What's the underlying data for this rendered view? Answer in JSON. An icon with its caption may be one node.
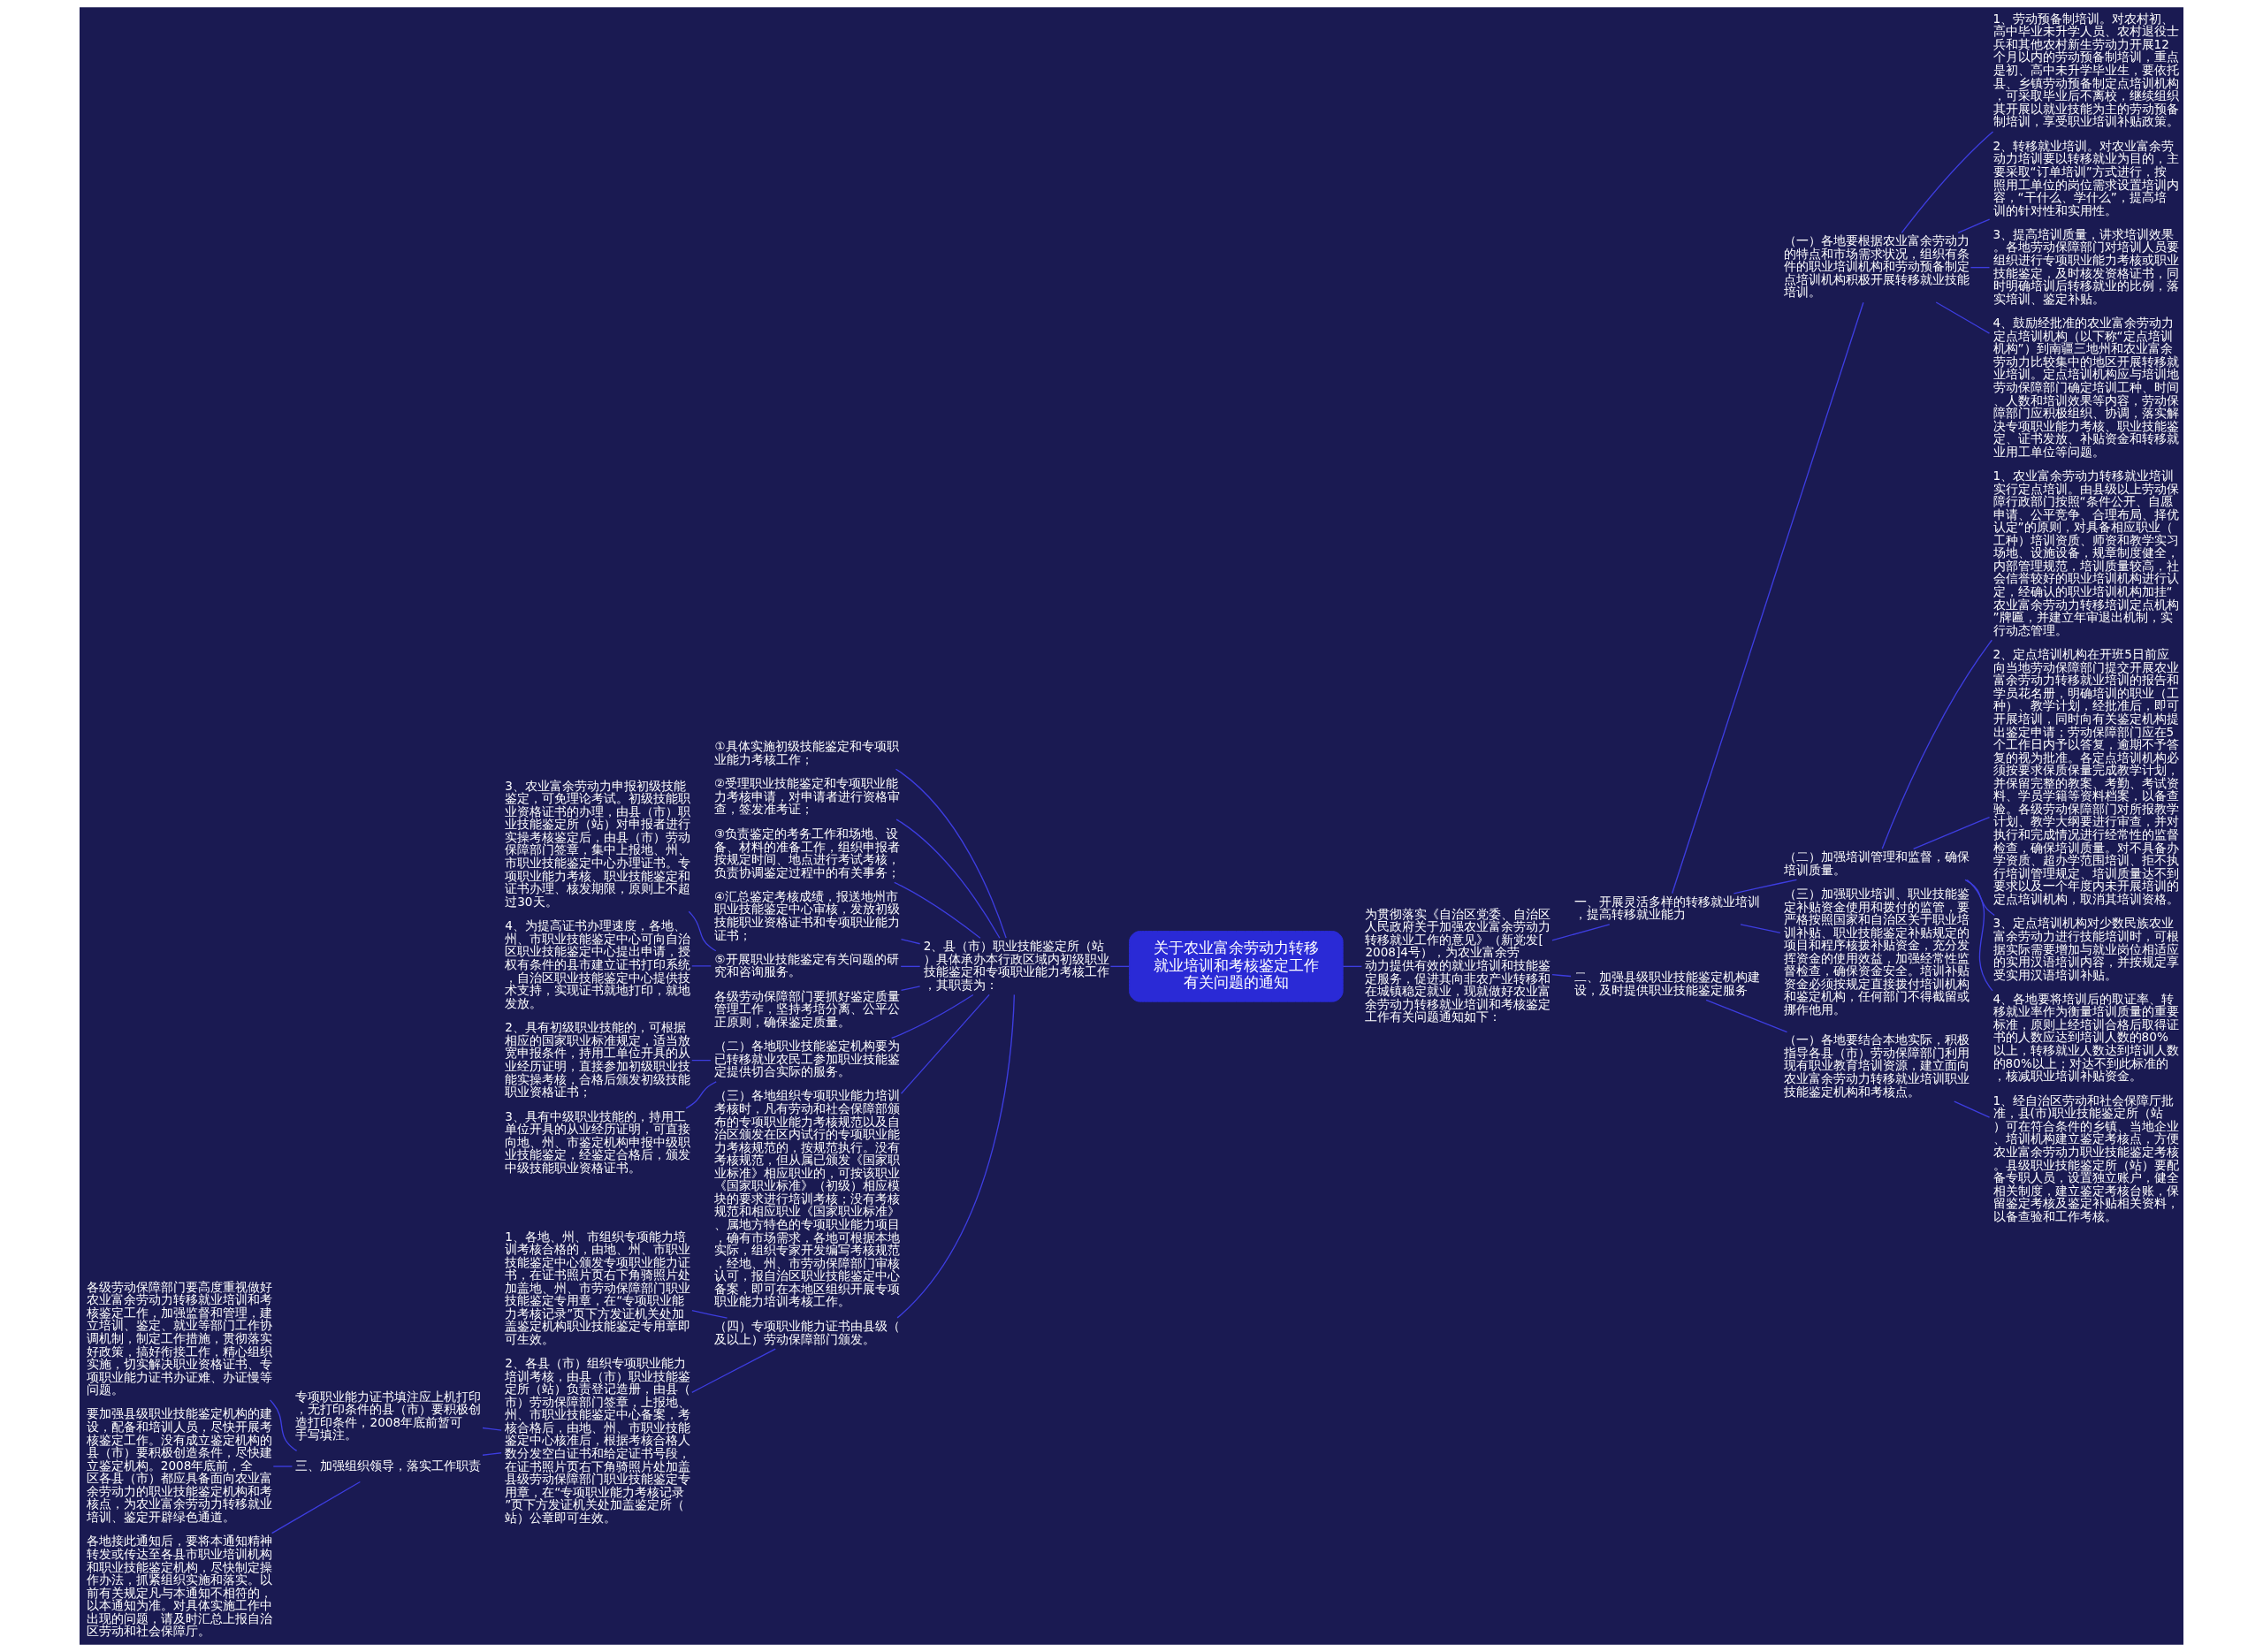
{
  "diagram": {
    "nodes": [
      {
        "text": [
          "关于农业富余劳动力转移就业培训和考核鉴定工作有关问题的通知"
        ]
      },
      {
        "text": [
          "为贯彻落实《自治区党委、自治区人民政府关于加强农业富余劳动力转移就业工作的意见》（新党发[2008]4号），为农业富余劳动力提供有效的就业培训和技能鉴定服务，促进其向非农产业转移和在城镇稳定就业，现就做好农业富余劳动力转移就业培训和考核鉴定工作有关问题通知如下："
        ]
      },
      {
        "text": [
          "一、开展灵活多样的转移就业培训，提高转移就业能力"
        ]
      },
      {
        "text": [
          "（一）各地要根据农业富余劳动力的特点和市场需求状况，组织有条件的职业培训机构和劳动预备制定点培训机构积极开展转移就业技能培训。"
        ]
      },
      {
        "text": [
          "1、劳动预备制培训。对农村初、高中毕业未升学人员、农村退役士兵和其他农村新生劳动力开展12个月以内的劳动预备制培训，重点是初、高中未升学毕业生，要依托县、乡镇劳动预备制定点培训机构，可采取毕业后不离校，继续组织其开展以就业技能为主的劳动预备制培训，享受职业培训补贴政策。"
        ]
      },
      {
        "text": [
          "2、转移就业培训。对农业富余劳动力培训要以转移就业为目的，主要采取“订单培训”方式进行，按照用工单位的岗位需求设置培训内容，“干什么、学什么”，提高培训的针对性和实用性。"
        ]
      },
      {
        "text": [
          "3、提高培训质量，讲求培训效果。各地劳动保障部门对培训人员要组织进行专项职业能力考核或职业技能鉴定，及时核发资格证书，同时明确培训后转移就业的比例，落实培训、鉴定补贴。"
        ]
      },
      {
        "text": [
          "4、鼓励经批准的农业富余劳动力定点培训机构（以下称“定点培训机构”）到南疆三地州和农业富余劳动力比较集中的地区开展转移就业培训。定点培训机构应与培训地劳动保障部门确定培训工种、时间、人数和培训效果等内容，劳动保障部门应积极组织、协调，落实解决专项职业能力考核、职业技能鉴定、证书发放、补贴资金和转移就业用工单位等问题。"
        ]
      },
      {
        "text": [
          "（二）加强培训管理和监督，确保培训质量。"
        ]
      },
      {
        "text": [
          "1、农业富余劳动力转移就业培训实行定点培训。由县级以上劳动保障行政部门按照“条件公开、自愿申请、公平竞争、合理布局、择优认定”的原则，对具备相应职业（工种）培训资质、师资和教学实习场地、设施设备，规章制度健全，内部管理规范，培训质量较高，社会信誉较好的职业培训机构进行认定，经确认的职业培训机构加挂“农业富余劳动力转移培训定点机构”牌匾，并建立年审退出机制，实行动态管理。"
        ]
      },
      {
        "text": [
          "2、定点培训机构在开班5日前应向当地劳动保障部门提交开展农业富余劳动力转移就业培训的报告和学员花名册，明确培训的职业（工种）、教学计划，经批准后，即可开展培训，同时向有关鉴定机构提出鉴定申请；劳动保障部门应在5个工作日内予以答复，逾期不予答复的视为批准。各定点培训机构必须按要求保质保量完成教学计划，并保留完整的教案、考勤、考试资料、学员学籍等资料档案，以备查验。各级劳动保障部门对所报教学计划、教学大纲要进行审查，并对执行和完成情况进行经常性的监督检查，确保培训质量。对不具备办学资质、超办学范围培训、拒不执行培训管理规定、培训质量达不到要求以及一个年度内未开展培训的定点培训机构，取消其培训资格。"
        ]
      },
      {
        "text": [
          "3、定点培训机构对少数民族农业富余劳动力进行技能培训时，可根据实际需要增加与就业岗位相适应的实用汉语培训内容，并按规定享受实用汉语培训补贴。"
        ]
      },
      {
        "text": [
          "4、各地要将培训后的取证率、转移就业率作为衡量培训质量的重要标准，原则上经培训合格后取得证书的人数应达到培训人数的80%以上，转移就业人数达到培训人数的80%以上；对达不到此标准的，核减职业培训补贴资金。"
        ]
      },
      {
        "text": [
          "（三）加强职业培训、职业技能鉴定补贴资金使用和拨付的监管，要严格按照国家和自治区关于职业培训补贴、职业技能鉴定补贴规定的项目和程序核拨补贴资金，充分发挥资金的使用效益，加强经常性监督检查，确保资金安全。培训补贴资金必须按规定直接拨付培训机构和鉴定机构，任何部门不得截留或挪作他用。"
        ]
      },
      {
        "text": [
          "二、加强县级职业技能鉴定机构建设，及时提供职业技能鉴定服务"
        ]
      },
      {
        "text": [
          "（一）各地要结合本地实际，积极指导各县（市）劳动保障部门利用现有职业教育培训资源，建立面向农业富余劳动力转移就业培训职业技能鉴定机构和考核点。"
        ]
      },
      {
        "text": [
          "1、经自治区劳动和社会保障厅批准，县(市)职业技能鉴定所（站）可在符合条件的乡镇、当地企业、培训机构建立鉴定考核点，方便农业富余劳动力职业技能鉴定考核。县级职业技能鉴定所（站）要配备专职人员，设置独立账户，健全相关制度，建立鉴定考核台账，保留鉴定考核及鉴定补贴相关资料，以备查验和工作考核。"
        ]
      },
      {
        "text": [
          "2、县（市）职业技能鉴定所（站）具体承办本行政区域内初级职业技能鉴定和专项职业能力考核工作，其职责为："
        ]
      },
      {
        "text": [
          "①具体实施初级技能鉴定和专项职业能力考核工作；"
        ]
      },
      {
        "text": [
          "②受理职业技能鉴定和专项职业能力考核申请，对申请者进行资格审查，签发准考证；"
        ]
      },
      {
        "text": [
          "③负责鉴定的考务工作和场地、设备、材料的准备工作，组织申报者按规定时间、地点进行考试考核，负责协调鉴定过程中的有关事务；"
        ]
      },
      {
        "text": [
          "④汇总鉴定考核成绩，报送地州市职业技能鉴定中心审核，发放初级技能职业资格证书和专项职业能力证书；"
        ]
      },
      {
        "text": [
          "⑤开展职业技能鉴定有关问题的研究和咨询服务。"
        ]
      },
      {
        "text": [
          "3、农业富余劳动力申报初级技能鉴定，可免理论考试。初级技能职业资格证书的办理，由县（市）职业技能鉴定所（站）对申报者进行实操考核鉴定后，由县（市）劳动保障部门签章，集中上报地、州、市职业技能鉴定中心办理证书。专项职业能力考核、职业技能鉴定和证书办理、核发期限，原则上不超过30天。"
        ]
      },
      {
        "text": [
          "4、为提高证书办理速度，各地、州、市职业技能鉴定中心可向自治区职业技能鉴定中心提出申请，授权有条件的县市建立证书打印系统，自治区职业技能鉴定中心提供技术支持，实现证书就地打印，就地发放。"
        ]
      },
      {
        "text": [
          "各级劳动保障部门要抓好鉴定质量管理工作，坚持考培分离、公平公正原则，确保鉴定质量。"
        ]
      },
      {
        "text": [
          "（二）各地职业技能鉴定机构要为已转移就业农民工参加职业技能鉴定提供切合实际的服务。"
        ]
      },
      {
        "text": [
          "2、具有初级职业技能的，可根据相应的国家职业标准规定，适当放宽申报条件，持用工单位开具的从业经历证明，直接参加初级职业技能实操考核，合格后颁发初级技能职业资格证书；"
        ]
      },
      {
        "text": [
          "3、具有中级职业技能的，持用工单位开具的从业经历证明，可直接向地、州、市鉴定机构申报中级职业技能鉴定，经鉴定合格后，颁发中级技能职业资格证书。"
        ]
      },
      {
        "text": [
          "（三）各地组织专项职业能力培训考核时，凡有劳动和社会保障部颁布的专项职业能力考核规范以及自治区颁发在区内试行的专项职业能力考核规范的，按规范执行。没有考核规范，但从属已颁发《国家职业标准》相应职业的，可按该职业《国家职业标准》（初级）相应模块的要求进行培训考核；没有考核规范和相应职业《国家职业标准》、属地方特色的专项职业能力项目，确有市场需求，各地可根据本地实际，组织专家开发编写考核规范，经地、州、市劳动保障部门审核认可，报自治区职业技能鉴定中心备案，即可在本地区组织开展专项职业能力培训考核工作。"
        ]
      },
      {
        "text": [
          "（四）专项职业能力证书由县级（及以上）劳动保障部门颁发。"
        ]
      },
      {
        "text": [
          "1、各地、州、市组织专项能力培训考核合格的，由地、州、市职业技能鉴定中心颁发专项职业能力证书，在证书照片页右下角骑照片处加盖地、州、市劳动保障部门职业技能鉴定专用章，在“专项职业能力考核记录”页下方发证机关处加盖鉴定机构职业技能鉴定专用章即可生效。"
        ]
      },
      {
        "text": [
          "2、各县（市）组织专项职业能力培训考核，由县（市）职业技能鉴定所（站）负责登记造册，由县（市）劳动保障部门签章，上报地、州、市职业技能鉴定中心备案，考核合格后，由地、州、市职业技能鉴定中心核准后，根据考核合格人数分发空白证书和给定证书号段，在证书照片页右下角骑照片处加盖县级劳动保障部门职业技能鉴定专用章，在“专项职业能力考核记录”页下方发证机关处加盖鉴定所（站）公章即可生效。"
        ]
      },
      {
        "text": [
          "专项职业能力证书填注应上机打印，无打印条件的县（市）要积极创造打印条件，2008年底前暂可手写填注。"
        ]
      },
      {
        "text": [
          "三、加强组织领导，落实工作职责"
        ]
      },
      {
        "text": [
          "各级劳动保障部门要高度重视做好农业富余劳动力转移就业培训和考核鉴定工作，加强监督和管理，建立培训、鉴定、就业等部门工作协调机制，制定工作措施，贯彻落实好政策，搞好衔接工作，精心组织实施，切实解决职业资格证书、专项职业能力证书办证难、办证慢等问题。"
        ]
      },
      {
        "text": [
          "要加强县级职业技能鉴定机构的建设，配备和培训人员，尽快开展考核鉴定工作。没有成立鉴定机构的县（市）要积极创造条件，尽快建立鉴定机构。2008年底前，全区各县（市）都应具备面向农业富余劳动力的职业技能鉴定机构和考核点，为农业富余劳动力转移就业培训、鉴定开辟绿色通道。"
        ]
      },
      {
        "text": [
          "各地接此通知后，要将本通知精神转发或传达至各县市职业培训机构和职业技能鉴定机构，尽快制定操作办法，抓紧组织实施和落实。以前有关规定凡与本通知不相符的，以本通知为准。对具体实施工作中出现的问题，请及时汇总上报自治区劳动和社会保障厅。"
        ]
      }
    ],
    "edges": [
      {
        "from": 0,
        "to": 1,
        "arrow": "none"
      },
      {
        "from": 1,
        "to": 2,
        "arrow": "none"
      },
      {
        "from": 2,
        "to": 3,
        "arrow": "none"
      },
      {
        "from": 3,
        "to": 4,
        "arrow": "none"
      },
      {
        "from": 3,
        "to": 5,
        "arrow": "none"
      },
      {
        "from": 3,
        "to": 6,
        "arrow": "none"
      },
      {
        "from": 3,
        "to": 7,
        "arrow": "none"
      },
      {
        "from": 2,
        "to": 8,
        "arrow": "none"
      },
      {
        "from": 8,
        "to": 9,
        "arrow": "none"
      },
      {
        "from": 8,
        "to": 10,
        "arrow": "none"
      },
      {
        "from": 8,
        "to": 11,
        "arrow": "none"
      },
      {
        "from": 8,
        "to": 12,
        "arrow": "none"
      },
      {
        "from": 2,
        "to": 13,
        "arrow": "none"
      },
      {
        "from": 1,
        "to": 14,
        "arrow": "none"
      },
      {
        "from": 14,
        "to": 15,
        "arrow": "none"
      },
      {
        "from": 15,
        "to": 16,
        "arrow": "none"
      },
      {
        "from": 17,
        "to": 0,
        "arrow": "none"
      },
      {
        "from": 18,
        "to": 17,
        "arrow": "none"
      },
      {
        "from": 19,
        "to": 17,
        "arrow": "none"
      },
      {
        "from": 20,
        "to": 17,
        "arrow": "none"
      },
      {
        "from": 21,
        "to": 17,
        "arrow": "none"
      },
      {
        "from": 22,
        "to": 17,
        "arrow": "none"
      },
      {
        "from": 23,
        "to": 22,
        "arrow": "none"
      },
      {
        "from": 24,
        "to": 22,
        "arrow": "none"
      },
      {
        "from": 25,
        "to": 17,
        "arrow": "none"
      },
      {
        "from": 26,
        "to": 17,
        "arrow": "none"
      },
      {
        "from": 27,
        "to": 26,
        "arrow": "none"
      },
      {
        "from": 28,
        "to": 26,
        "arrow": "none"
      },
      {
        "from": 29,
        "to": 17,
        "arrow": "none"
      },
      {
        "from": 30,
        "to": 17,
        "arrow": "none"
      },
      {
        "from": 31,
        "to": 30,
        "arrow": "none"
      },
      {
        "from": 32,
        "to": 30,
        "arrow": "none"
      },
      {
        "from": 33,
        "to": 32,
        "arrow": "none"
      },
      {
        "from": 34,
        "to": 32,
        "arrow": "none"
      },
      {
        "from": 35,
        "to": 34,
        "arrow": "none"
      },
      {
        "from": 36,
        "to": 34,
        "arrow": "none"
      },
      {
        "from": 37,
        "to": 34,
        "arrow": "none"
      }
    ]
  }
}
